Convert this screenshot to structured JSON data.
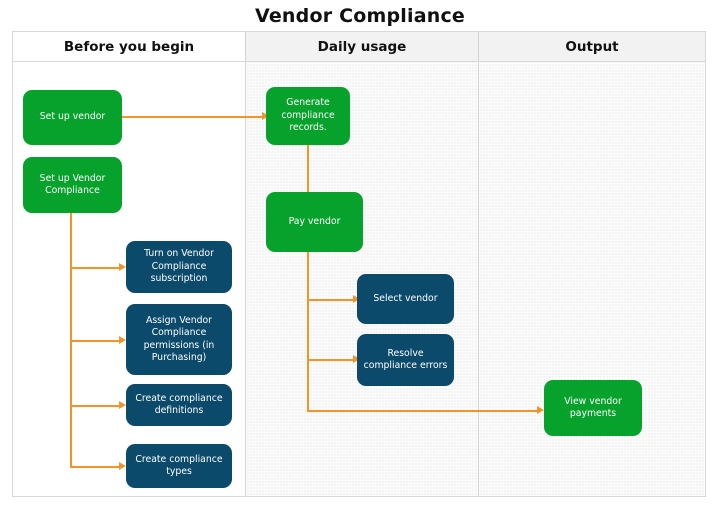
{
  "title": "Vendor Compliance",
  "colors": {
    "green": "#07a22c",
    "blue": "#0c4a6c",
    "connector": "#f0952a",
    "lane_shade": "#f4f4f4",
    "frame_border": "#d8d8d8"
  },
  "lanes": [
    {
      "id": "before",
      "header": "Before you begin"
    },
    {
      "id": "daily",
      "header": "Daily usage"
    },
    {
      "id": "output",
      "header": "Output"
    }
  ],
  "nodes": {
    "set_up_vendor": "Set up vendor",
    "set_up_vendor_compliance": "Set up Vendor Compliance",
    "turn_on_subscription": "Turn on Vendor Compliance subscription",
    "assign_permissions": "Assign Vendor Compliance permissions (in Purchasing)",
    "create_definitions": "Create compliance definitions",
    "create_types": "Create compliance types",
    "generate_records": "Generate compliance records.",
    "pay_vendor": "Pay vendor",
    "select_vendor": "Select vendor",
    "resolve_errors": "Resolve compliance errors",
    "view_payments": "View vendor payments"
  },
  "chart_data": {
    "type": "diagram",
    "diagram_kind": "swimlane-flowchart",
    "title": "Vendor Compliance",
    "lanes": [
      "Before you begin",
      "Daily usage",
      "Output"
    ],
    "nodes": [
      {
        "id": "set_up_vendor",
        "label": "Set up vendor",
        "lane": "Before you begin",
        "color": "green"
      },
      {
        "id": "set_up_vendor_compliance",
        "label": "Set up Vendor Compliance",
        "lane": "Before you begin",
        "color": "green"
      },
      {
        "id": "turn_on_subscription",
        "label": "Turn on Vendor Compliance subscription",
        "lane": "Before you begin",
        "color": "blue"
      },
      {
        "id": "assign_permissions",
        "label": "Assign Vendor Compliance permissions (in Purchasing)",
        "lane": "Before you begin",
        "color": "blue"
      },
      {
        "id": "create_definitions",
        "label": "Create compliance definitions",
        "lane": "Before you begin",
        "color": "blue"
      },
      {
        "id": "create_types",
        "label": "Create compliance types",
        "lane": "Before you begin",
        "color": "blue"
      },
      {
        "id": "generate_records",
        "label": "Generate compliance records.",
        "lane": "Daily usage",
        "color": "green"
      },
      {
        "id": "pay_vendor",
        "label": "Pay vendor",
        "lane": "Daily usage",
        "color": "green"
      },
      {
        "id": "select_vendor",
        "label": "Select vendor",
        "lane": "Daily usage",
        "color": "blue"
      },
      {
        "id": "resolve_errors",
        "label": "Resolve compliance errors",
        "lane": "Daily usage",
        "color": "blue"
      },
      {
        "id": "view_payments",
        "label": "View vendor payments",
        "lane": "Output",
        "color": "green"
      }
    ],
    "edges": [
      {
        "from": "set_up_vendor",
        "to": "generate_records"
      },
      {
        "from": "set_up_vendor_compliance",
        "to": "turn_on_subscription"
      },
      {
        "from": "set_up_vendor_compliance",
        "to": "assign_permissions"
      },
      {
        "from": "set_up_vendor_compliance",
        "to": "create_definitions"
      },
      {
        "from": "set_up_vendor_compliance",
        "to": "create_types"
      },
      {
        "from": "generate_records",
        "to": "pay_vendor"
      },
      {
        "from": "pay_vendor",
        "to": "select_vendor"
      },
      {
        "from": "pay_vendor",
        "to": "resolve_errors"
      },
      {
        "from": "pay_vendor",
        "to": "view_payments"
      }
    ]
  }
}
